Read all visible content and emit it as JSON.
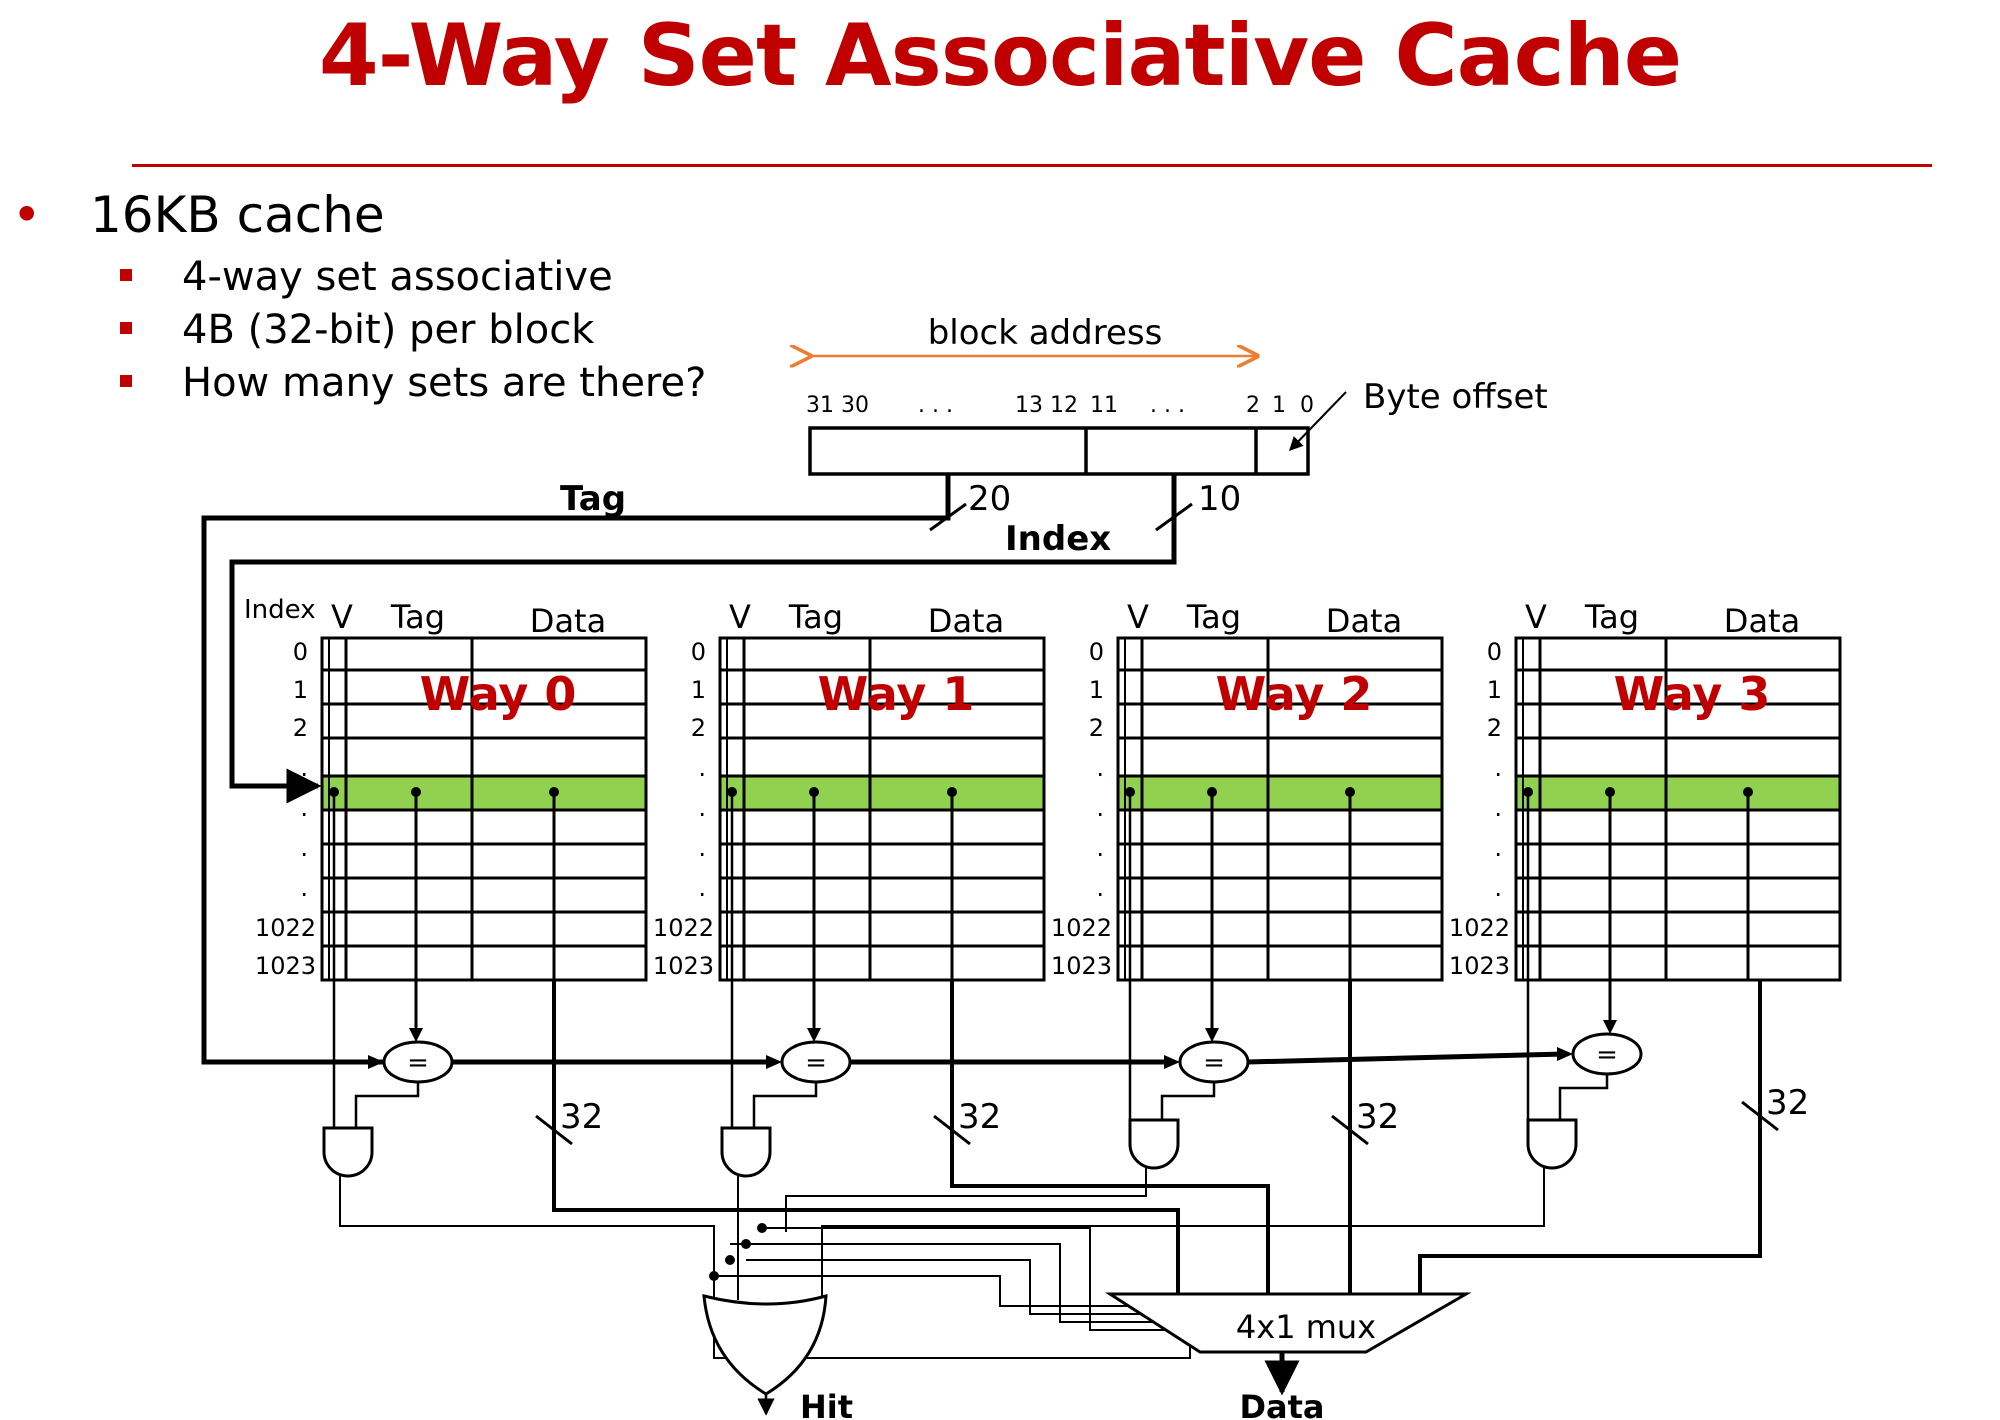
{
  "title": "4-Way Set Associative Cache",
  "bullets": {
    "main": "16KB cache",
    "subs": [
      "4-way set associative",
      "4B (32-bit) per block",
      "How many sets are there?"
    ]
  },
  "address": {
    "block_address_label": "block address",
    "bits_left": "31 30",
    "dots": ". . .",
    "bits_mid": "13 12",
    "bits_eleven": "11",
    "bits_right": "2",
    "bit_one": "1",
    "bit_zero": "0",
    "byte_offset_label": "Byte offset",
    "tag_label": "Tag",
    "tag_width": "20",
    "index_label": "Index",
    "index_width": "10"
  },
  "columns": {
    "index": "Index",
    "valid": "V",
    "tag": "Tag",
    "data": "Data"
  },
  "rows": {
    "r0": "0",
    "r1": "1",
    "r2": "2",
    "dot": ".",
    "r1022": "1022",
    "r1023": "1023"
  },
  "ways": [
    "Way 0",
    "Way 1",
    "Way 2",
    "Way 3"
  ],
  "comparator_symbol": "=",
  "data_width": "32",
  "mux_label": "4x1 mux",
  "outputs": {
    "hit": "Hit",
    "data": "Data"
  },
  "colors": {
    "title": "#c00000",
    "way_label": "#c00000",
    "selected_row": "#92d050",
    "arrow": "#ed7d31"
  }
}
